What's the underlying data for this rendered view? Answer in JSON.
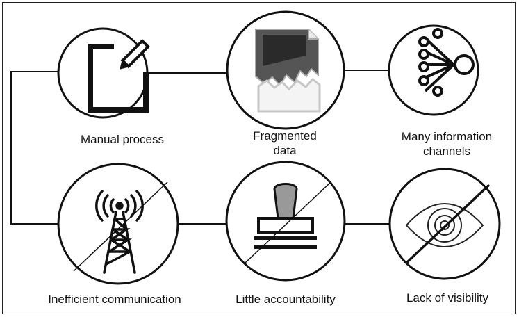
{
  "nodes": [
    {
      "id": "manual-process",
      "label": "Manual process",
      "icon": "edit-icon",
      "struck": false
    },
    {
      "id": "fragmented-data",
      "label": "Fragmented\ndata",
      "icon": "broken-document-icon",
      "struck": false
    },
    {
      "id": "many-information-channels",
      "label": "Many information\nchannels",
      "icon": "network-nodes-icon",
      "struck": false
    },
    {
      "id": "inefficient-communication",
      "label": "Inefficient communication",
      "icon": "radio-tower-icon",
      "struck": true
    },
    {
      "id": "little-accountability",
      "label": "Little accountability",
      "icon": "stamp-icon",
      "struck": true
    },
    {
      "id": "lack-of-visibility",
      "label": "Lack of visibility",
      "icon": "eye-icon",
      "struck": true
    }
  ],
  "connections": [
    [
      "manual-process",
      "fragmented-data"
    ],
    [
      "fragmented-data",
      "many-information-channels"
    ],
    [
      "manual-process",
      "inefficient-communication"
    ],
    [
      "inefficient-communication",
      "little-accountability"
    ],
    [
      "little-accountability",
      "lack-of-visibility"
    ]
  ],
  "colors": {
    "stroke": "#111111",
    "background": "#ffffff",
    "document_gray": "#cfcfcf"
  }
}
